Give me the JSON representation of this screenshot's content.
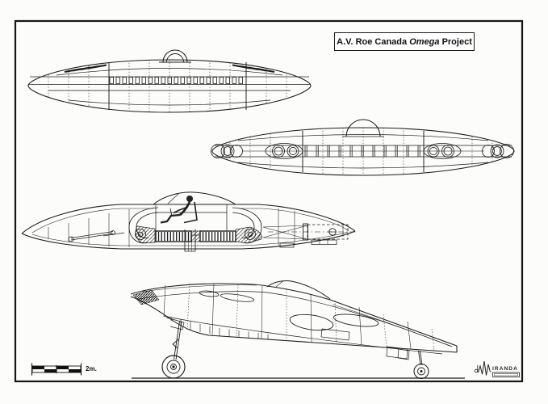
{
  "title_box": {
    "prefix": "A.V. Roe Canada",
    "emphasis": "Omega",
    "suffix": "Project"
  },
  "scale_bar": {
    "label": "2m."
  },
  "signature": {
    "monogram_letter": "M",
    "letters": "IRANDA"
  },
  "colors": {
    "ink": "#1c1c1c",
    "paper": "#fcfcfb"
  }
}
